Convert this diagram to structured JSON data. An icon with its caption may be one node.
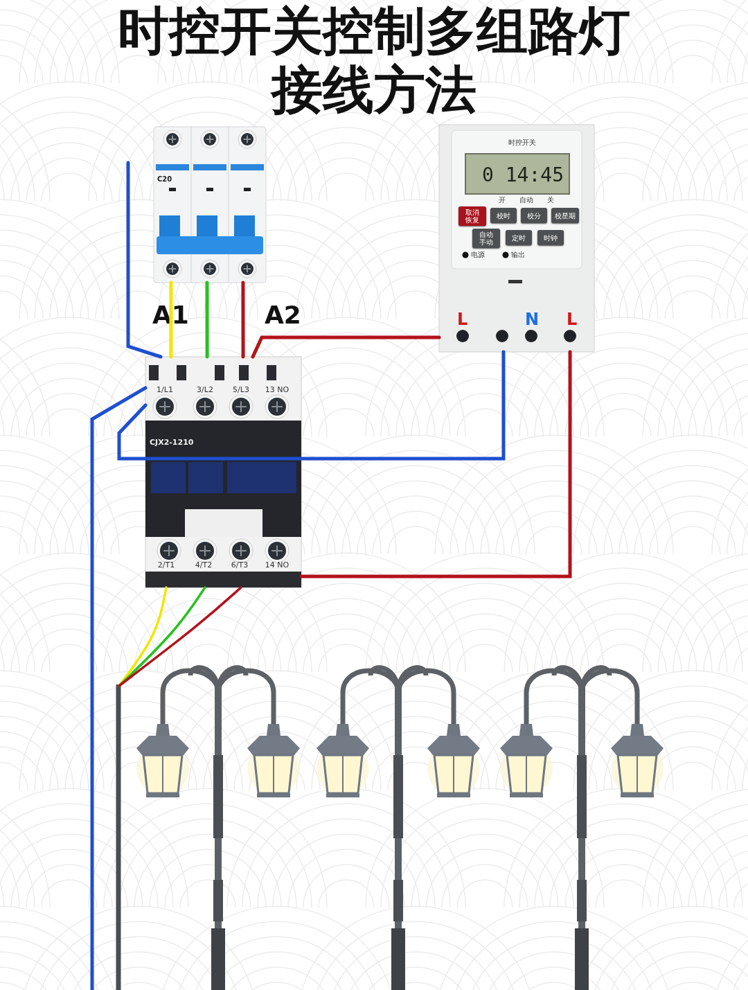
{
  "diagram": {
    "title": "时控开关控制多组路灯接线方法",
    "nodes": [
      {
        "text": [
          "C20"
        ]
      },
      {
        "text": [
          "时控开关",
          "0 14:45",
          "开",
          "自动",
          "关",
          "取消恢复",
          "校时",
          "校分",
          "校星期",
          "自动手动",
          "定时",
          "时钟",
          "电源",
          "输出",
          "L",
          "N",
          "L"
        ]
      },
      {
        "text": [
          "1/L1",
          "3/L2",
          "5/L3",
          "13 NO",
          "CJX2-1210",
          "2/T1",
          "4/T2",
          "6/T3",
          "14 NO"
        ],
        "beside": [
          "A1",
          "A2"
        ]
      }
    ],
    "edges": [
      {
        "from": null,
        "to": 2,
        "arrow": "none",
        "color": "#1f4fd0"
      },
      {
        "from": 2,
        "to": null,
        "arrow": "none",
        "color": "#1f4fd0"
      },
      {
        "from": 2,
        "to": 1,
        "arrow": "none",
        "color": "#1f4fd0"
      },
      {
        "from": 0,
        "to": 2,
        "arrow": "none",
        "color": "#f2e600"
      },
      {
        "from": 0,
        "to": 2,
        "arrow": "none",
        "color": "#27c21f"
      },
      {
        "from": 0,
        "to": 2,
        "arrow": "none",
        "color": "#b3121c"
      },
      {
        "from": 2,
        "to": 1,
        "arrow": "none",
        "color": "#b3121c"
      },
      {
        "from": 1,
        "to": 2,
        "arrow": "none",
        "color": "#b3121c"
      },
      {
        "from": 2,
        "to": null,
        "arrow": "none",
        "color": "#f2e600"
      },
      {
        "from": 2,
        "to": null,
        "arrow": "none",
        "color": "#27c21f"
      },
      {
        "from": 2,
        "to": null,
        "arrow": "none",
        "color": "#b3121c"
      }
    ]
  }
}
